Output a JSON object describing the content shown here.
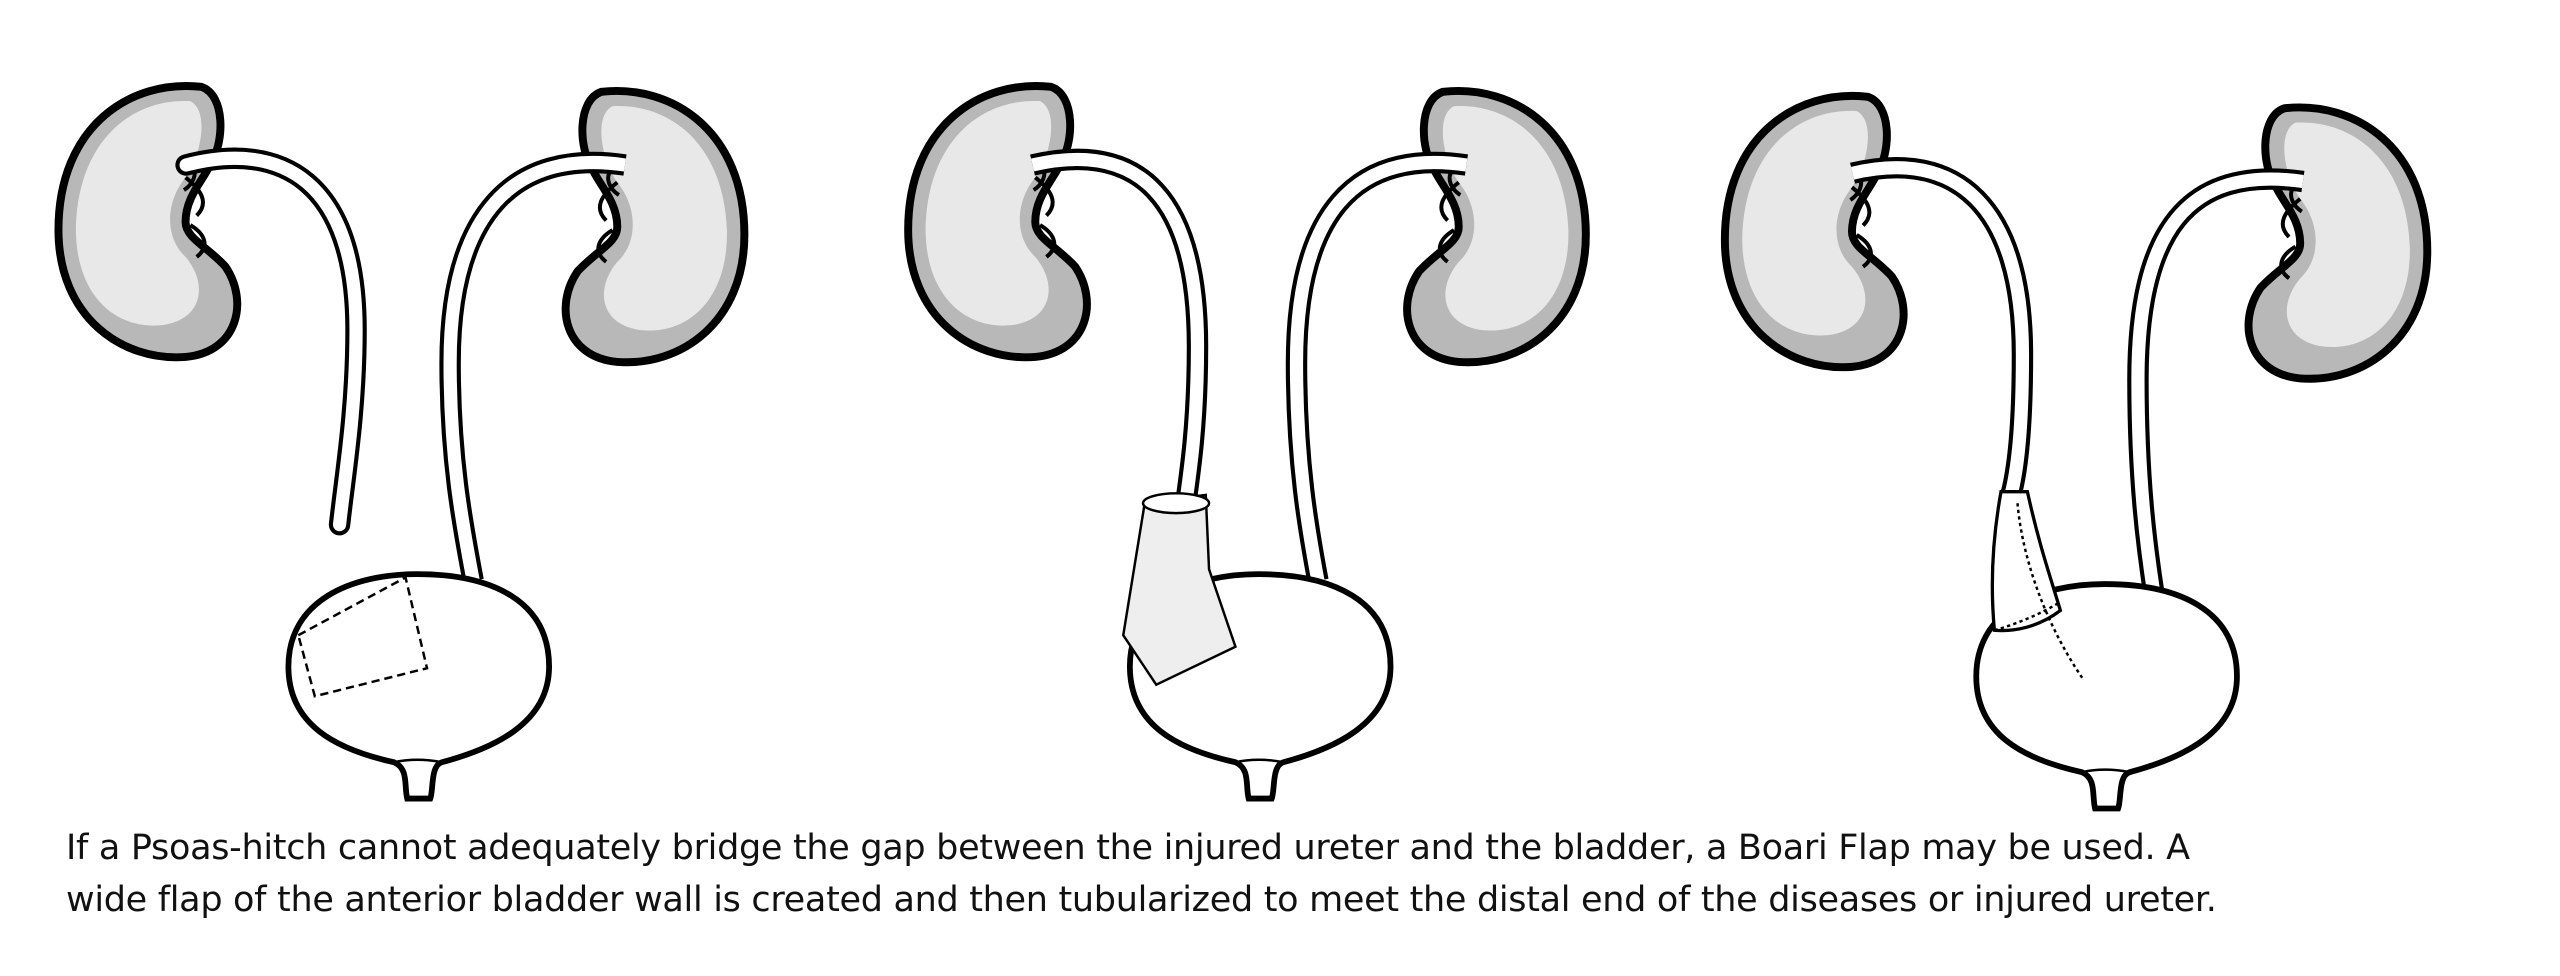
{
  "figure": {
    "panels": [
      "injured-ureter-with-flap-outline",
      "flap-raised-toward-ureter",
      "tubularized-boari-flap"
    ],
    "colors": {
      "outline": "#000000",
      "kidney_fill": "#e6e6e6",
      "kidney_shade": "#b8b8b8",
      "flap_fill": "#eeeeee"
    }
  },
  "caption": {
    "line1": "If a Psoas-hitch cannot adequately bridge the gap between the injured ureter and the bladder, a Boari Flap may be used. A",
    "line2": "wide flap of the anterior bladder wall is created and then tubularized to meet the distal end of the diseases or injured ureter."
  }
}
